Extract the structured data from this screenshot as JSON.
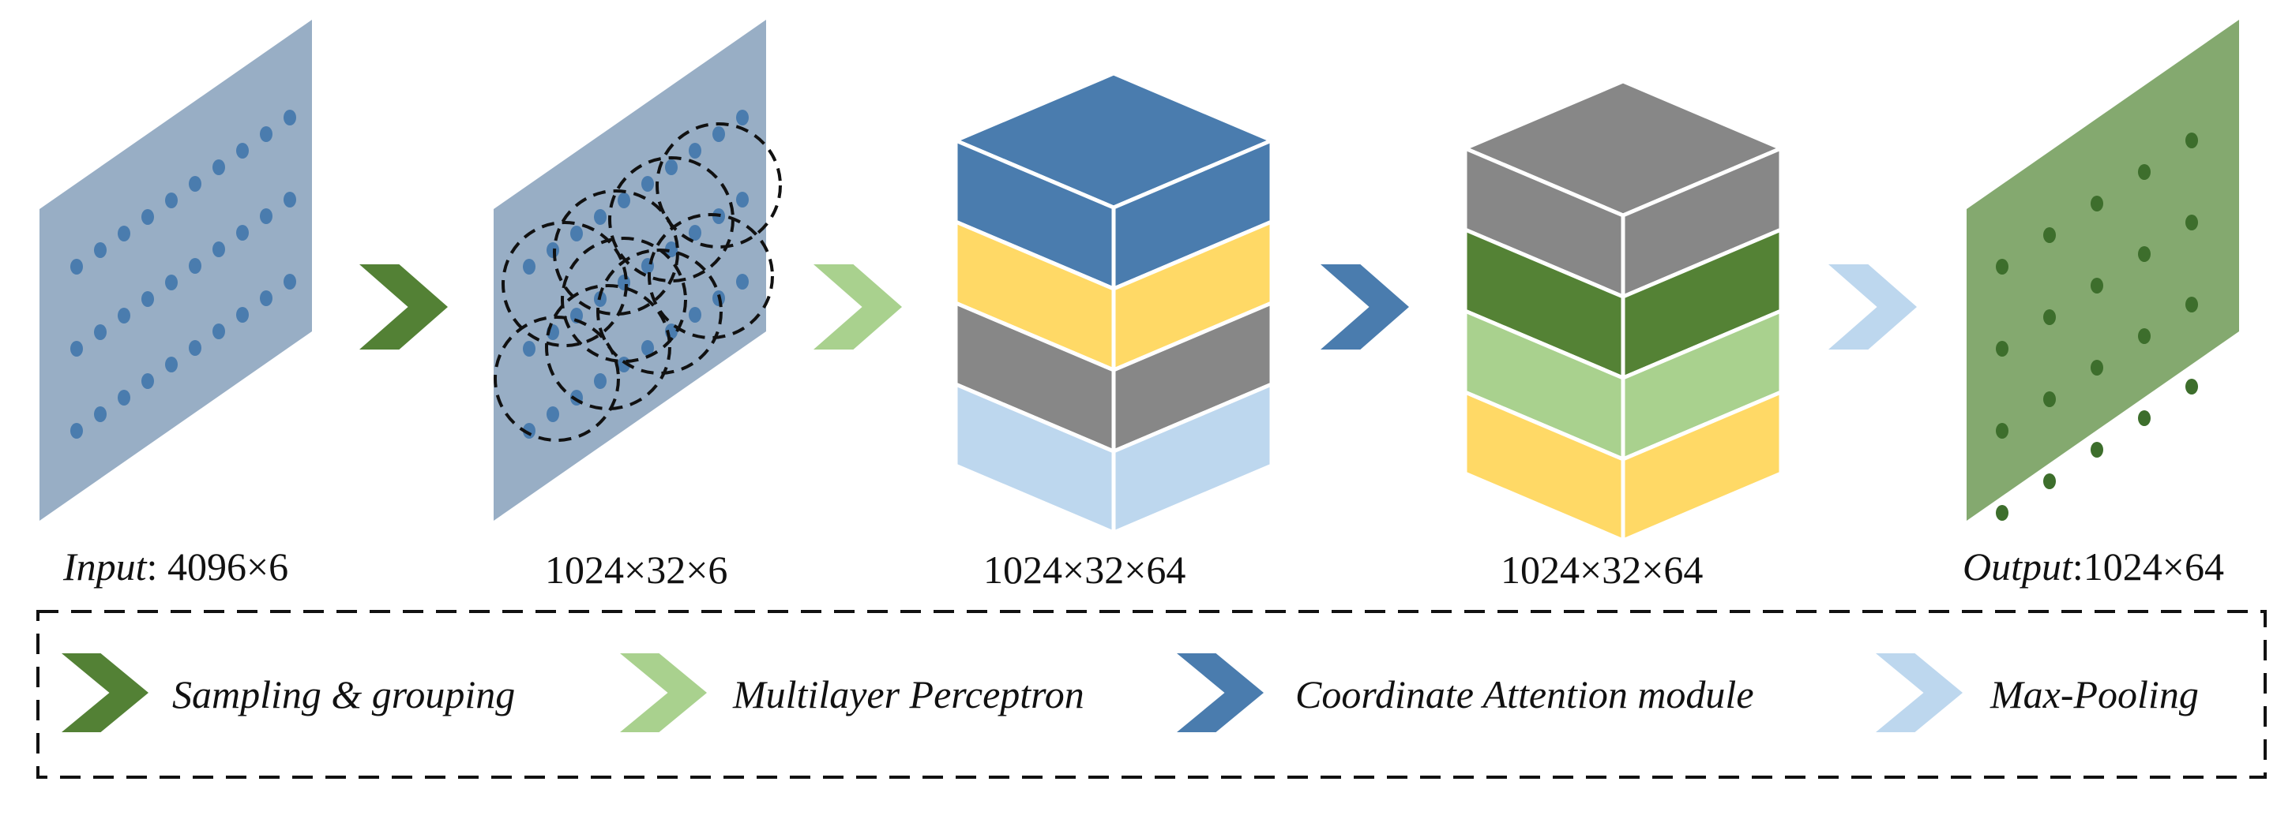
{
  "stages": [
    {
      "id": "input",
      "prefix": "Input",
      "text": ": 4096×6"
    },
    {
      "id": "grouped",
      "prefix": "",
      "text": "1024×32×6"
    },
    {
      "id": "mlp",
      "prefix": "",
      "text": "1024×32×64"
    },
    {
      "id": "ca",
      "prefix": "",
      "text": "1024×32×64"
    },
    {
      "id": "output",
      "prefix": "Output",
      "text": ":1024×64"
    }
  ],
  "legend": [
    {
      "label": "Sampling & grouping",
      "color": "#538135"
    },
    {
      "label": "Multilayer Perceptron",
      "color": "#A9D18E"
    },
    {
      "label": "Coordinate Attention module",
      "color": "#4A7CAE"
    },
    {
      "label": "Max-Pooling",
      "color": "#BDD7EE"
    }
  ],
  "colors": {
    "plane_blue": "#98AEC5",
    "point_blue": "#4A7CAE",
    "plane_green": "#84A96F",
    "point_green": "#3D6E2C",
    "layer_blue": "#4A7CAE",
    "layer_yellow": "#FFD966",
    "layer_gray": "#878787",
    "layer_lightblue": "#BDD7EE",
    "layer_darkgreen": "#548235",
    "layer_lightgreen": "#A9D18E"
  }
}
